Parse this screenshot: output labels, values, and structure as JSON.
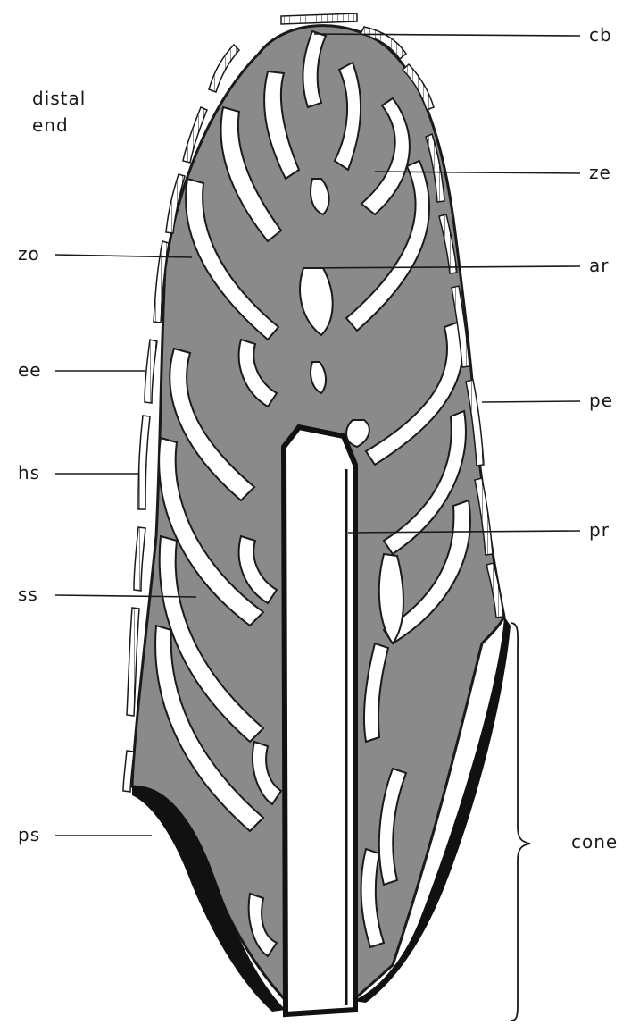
{
  "title": {
    "line1": "distal",
    "line2": "end"
  },
  "labels": {
    "cb": "cb",
    "ze": "ze",
    "zo": "zo",
    "ar": "ar",
    "ee": "ee",
    "pe": "pe",
    "hs": "hs",
    "pr": "pr",
    "ss": "ss",
    "ps": "ps",
    "cone": "cone"
  },
  "colors": {
    "tissue_fill": "#8a8a8a",
    "dark_sheath": "#111111",
    "line": "#1a1a1a",
    "background": "#ffffff"
  }
}
